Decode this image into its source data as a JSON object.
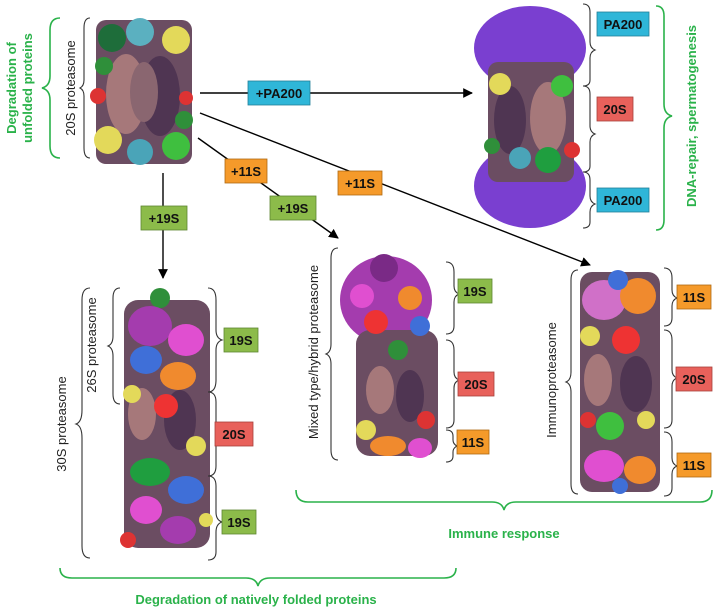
{
  "figure": {
    "left_label_line1": "Degradation of",
    "left_label_line2": "unfolded proteins",
    "right_label": "DNA-repair, spermatogenesis",
    "bottom_label": "Degradation of natively folded proteins",
    "immune_label": "Immune response"
  },
  "complexes": {
    "c20s": "20S proteasome",
    "c30s": "30S proteasome",
    "c26s": "26S proteasome",
    "hybrid": "Mixed type/hybrid proteasome",
    "immuno": "Immunoproteasome"
  },
  "tags": {
    "pa200": "PA200",
    "plus_pa200": "+PA200",
    "s20": "20S",
    "s19": "19S",
    "plus_19s": "+19S",
    "s11": "11S",
    "plus_11s": "+11S"
  },
  "colors": {
    "green_text": "#2ab24a",
    "pa200_tag": "#2fb6d8",
    "s20_tag": "#e8615b",
    "s19_tag": "#8cbb4a",
    "s11_tag": "#f59a2a",
    "purple": "#7a3fd0",
    "rose": "#a6787a",
    "dark_purple": "#4f3552"
  },
  "icons": [
    "right-arrow-icon",
    "down-arrow-icon",
    "curly-brace-icon"
  ]
}
